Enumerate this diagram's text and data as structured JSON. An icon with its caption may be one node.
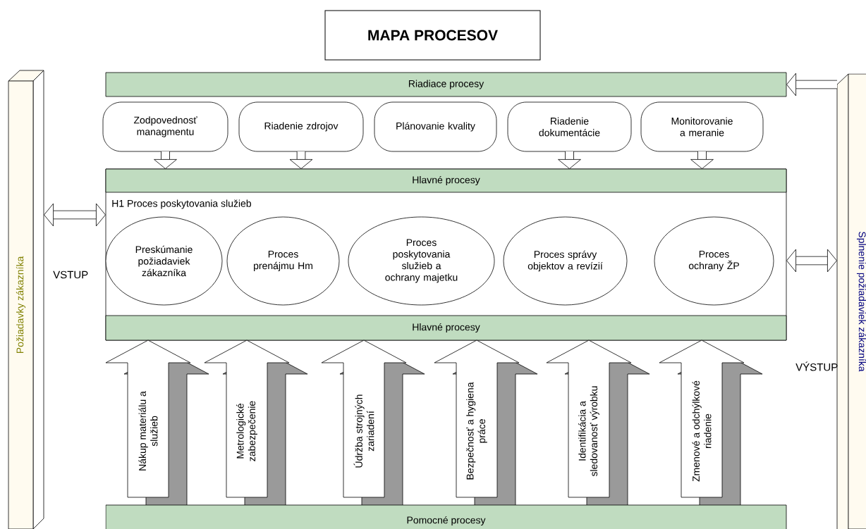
{
  "diagram": {
    "title": "MAPA PROCESOV",
    "nodes": [
      {
        "text": [
          "Požiadavky zákazníka"
        ]
      },
      {
        "text": [
          "Splnenie požiadaviek zákazníka"
        ]
      },
      {
        "text": [
          "Riadiace procesy"
        ]
      },
      {
        "text": [
          "Zodpovednosť managmentu"
        ]
      },
      {
        "text": [
          "Riadenie zdrojov"
        ]
      },
      {
        "text": [
          "Plánovanie kvality"
        ]
      },
      {
        "text": [
          "Riadenie dokumentácie"
        ]
      },
      {
        "text": [
          "Monitorovanie a meranie"
        ]
      },
      {
        "text": [
          "H1 Proces poskytovania služieb"
        ]
      },
      {
        "text": [
          "Hlavné procesy"
        ],
        "in": 8
      },
      {
        "text": [
          "Hlavné procesy"
        ],
        "in": 8
      },
      {
        "text": [
          "Preskúmanie požiadaviek zákazníka"
        ],
        "in": 8
      },
      {
        "text": [
          "Proces prenájmu Hm"
        ],
        "in": 8
      },
      {
        "text": [
          "Proces poskytovania služieb a ochrany majetku"
        ],
        "in": 8
      },
      {
        "text": [
          "Proces správy objektov a revízií"
        ],
        "in": 8
      },
      {
        "text": [
          "Proces ochrany ŽP"
        ],
        "in": 8
      },
      {
        "text": [
          "Nákup materiálu a služieb"
        ]
      },
      {
        "text": [
          "Metrologické zabezpečenie"
        ]
      },
      {
        "text": [
          "Údržba strojných zariadení"
        ]
      },
      {
        "text": [
          "Bezpečnosť a hygiena práce"
        ]
      },
      {
        "text": [
          "Identifikácia a sledovanosť výrobku"
        ]
      },
      {
        "text": [
          "Zmenové a odchýlkové riadenie"
        ]
      },
      {
        "text": [
          "Pomocné procesy"
        ]
      }
    ],
    "edges": [
      {
        "from": 3,
        "to": 9,
        "arrow": "to"
      },
      {
        "from": 4,
        "to": 9,
        "arrow": "to"
      },
      {
        "from": 6,
        "to": 9,
        "arrow": "to"
      },
      {
        "from": 7,
        "to": 9,
        "arrow": "to"
      },
      {
        "from": 1,
        "to": 2,
        "arrow": "to"
      },
      {
        "from": 0,
        "to": 8,
        "arrow": "both"
      },
      {
        "from": 8,
        "to": 1,
        "arrow": "both"
      }
    ],
    "labels": [
      "VSTUP",
      "VÝSTUP"
    ]
  }
}
